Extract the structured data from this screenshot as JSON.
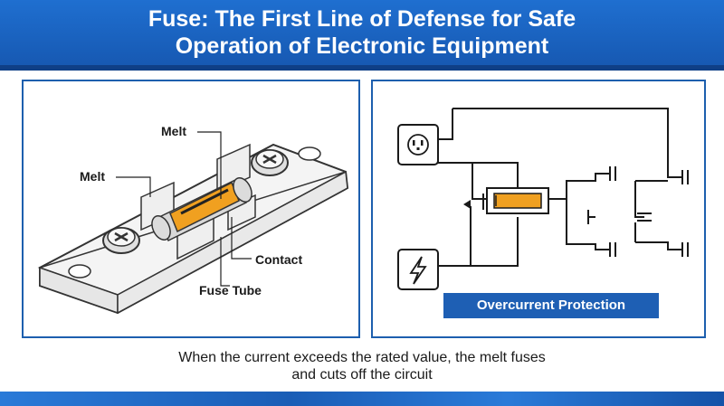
{
  "header": {
    "title_line1": "Fuse: The First Line of Defense for Safe",
    "title_line2": "Operation of Electronic Equipment"
  },
  "fuse_diagram": {
    "labels": {
      "melt_top": "Melt",
      "melt_left": "Melt",
      "contact": "Contact",
      "fuse_tube": "Fuse Tube"
    }
  },
  "circuit_diagram": {
    "badge": "Overcurrent Protection",
    "icons": [
      "power-outlet-icon",
      "lightning-source-icon"
    ]
  },
  "caption": {
    "line1": "When the current exceeds the rated value, the melt fuses",
    "line2": "and cuts off the circuit"
  },
  "colors": {
    "brand_blue": "#1d5fae",
    "fuse_orange": "#f0a020"
  }
}
